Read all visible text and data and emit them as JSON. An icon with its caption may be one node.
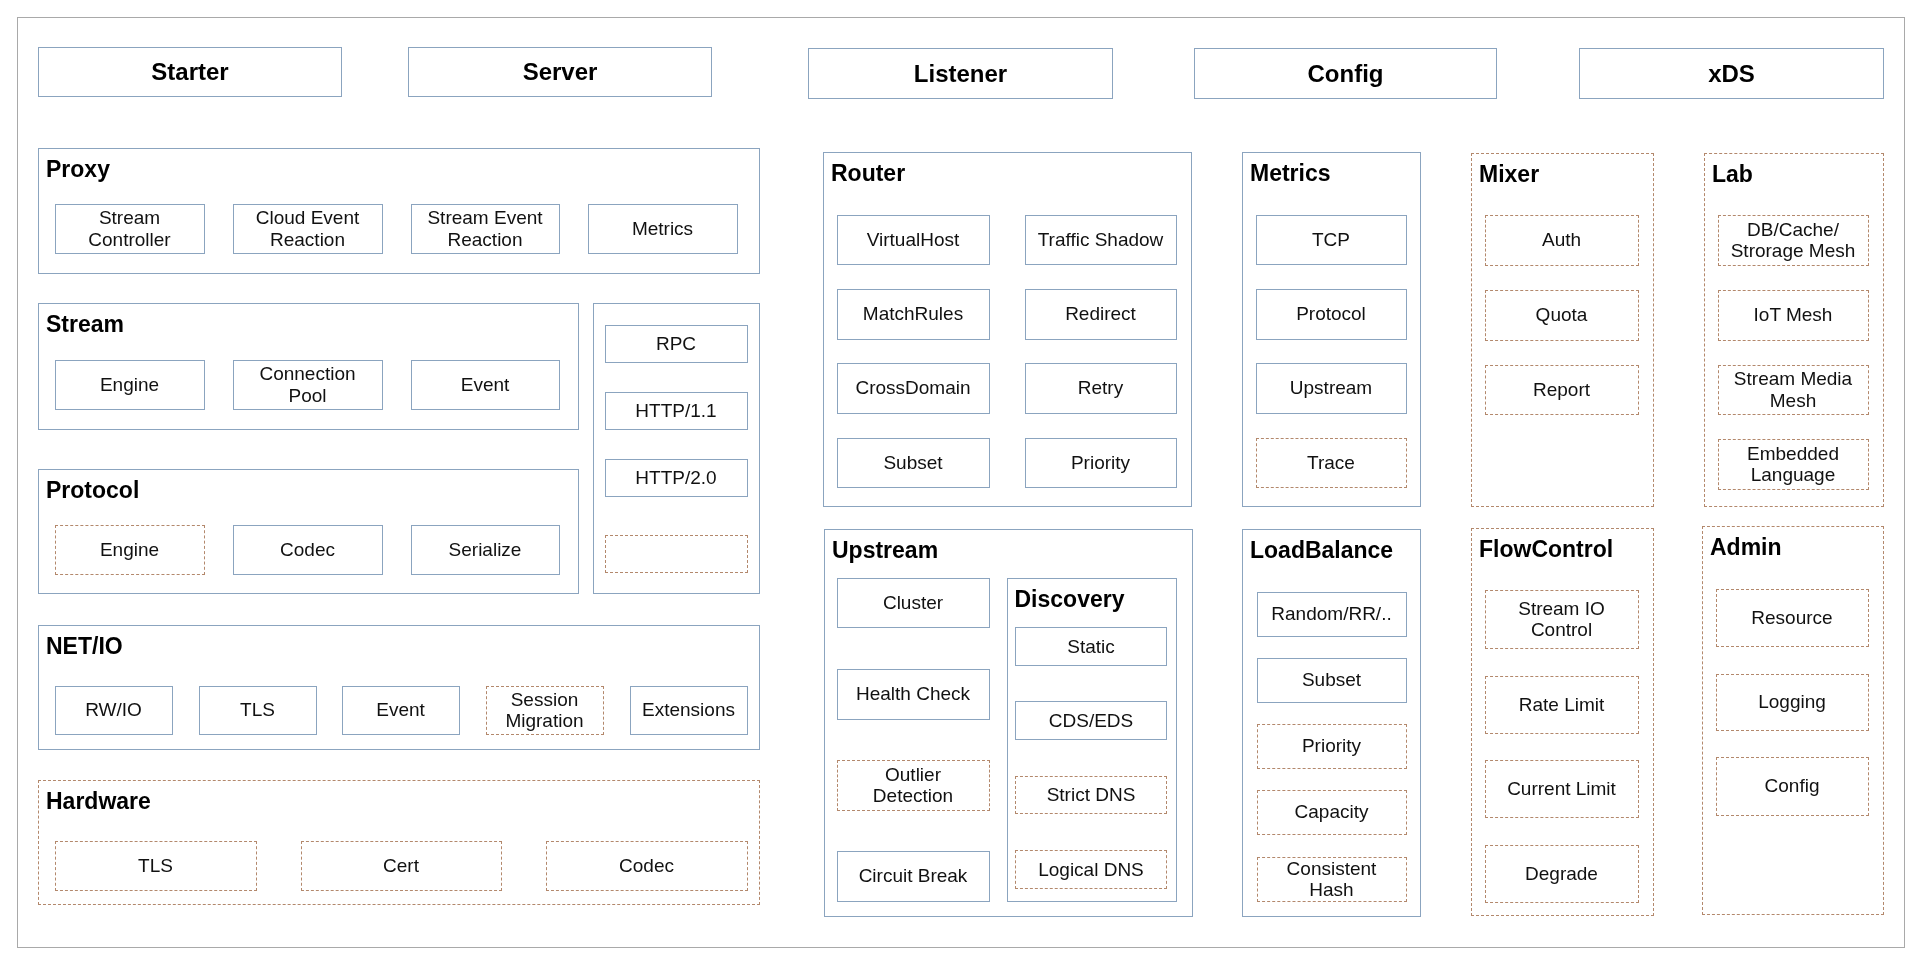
{
  "diagram": {
    "nodes": [
      {
        "text": [
          "Starter"
        ]
      },
      {
        "text": [
          "Server"
        ]
      },
      {
        "text": [
          "Listener"
        ]
      },
      {
        "text": [
          "Config"
        ]
      },
      {
        "text": [
          "xDS"
        ]
      },
      {
        "text": [
          "Proxy"
        ]
      },
      {
        "text": [
          "Stream Controller"
        ],
        "in": 5
      },
      {
        "text": [
          "Cloud Event Reaction"
        ],
        "in": 5
      },
      {
        "text": [
          "Stream Event Reaction"
        ],
        "in": 5
      },
      {
        "text": [
          "Metrics"
        ],
        "in": 5
      },
      {
        "text": [
          "Stream"
        ]
      },
      {
        "text": [
          "Engine"
        ],
        "in": 10
      },
      {
        "text": [
          "Connection Pool"
        ],
        "in": 10
      },
      {
        "text": [
          "Event"
        ],
        "in": 10
      },
      {
        "text": [],
        "shape": "box"
      },
      {
        "text": [
          "RPC"
        ],
        "in": 14
      },
      {
        "text": [
          "HTTP/1.1"
        ],
        "in": 14
      },
      {
        "text": [
          "HTTP/2.0"
        ],
        "in": 14
      },
      {
        "text": [],
        "shape": "box",
        "in": 14
      },
      {
        "text": [
          "Protocol"
        ]
      },
      {
        "text": [
          "Engine"
        ],
        "in": 19
      },
      {
        "text": [
          "Codec"
        ],
        "in": 19
      },
      {
        "text": [
          "Serialize"
        ],
        "in": 19
      },
      {
        "text": [
          "NET/IO"
        ]
      },
      {
        "text": [
          "RW/IO"
        ],
        "in": 23
      },
      {
        "text": [
          "TLS"
        ],
        "in": 23
      },
      {
        "text": [
          "Event"
        ],
        "in": 23
      },
      {
        "text": [
          "Session Migration"
        ],
        "in": 23
      },
      {
        "text": [
          "Extensions"
        ],
        "in": 23
      },
      {
        "text": [
          "Hardware"
        ]
      },
      {
        "text": [
          "TLS"
        ],
        "in": 29
      },
      {
        "text": [
          "Cert"
        ],
        "in": 29
      },
      {
        "text": [
          "Codec"
        ],
        "in": 29
      },
      {
        "text": [
          "Router"
        ]
      },
      {
        "text": [
          "VirtualHost"
        ],
        "in": 33
      },
      {
        "text": [
          "Traffic Shadow"
        ],
        "in": 33
      },
      {
        "text": [
          "MatchRules"
        ],
        "in": 33
      },
      {
        "text": [
          "Redirect"
        ],
        "in": 33
      },
      {
        "text": [
          "CrossDomain"
        ],
        "in": 33
      },
      {
        "text": [
          "Retry"
        ],
        "in": 33
      },
      {
        "text": [
          "Subset"
        ],
        "in": 33
      },
      {
        "text": [
          "Priority"
        ],
        "in": 33
      },
      {
        "text": [
          "Upstream"
        ]
      },
      {
        "text": [
          "Cluster"
        ],
        "in": 42
      },
      {
        "text": [
          "Health Check"
        ],
        "in": 42
      },
      {
        "text": [
          "Outlier Detection"
        ],
        "in": 42
      },
      {
        "text": [
          "Circuit Break"
        ],
        "in": 42
      },
      {
        "text": [
          "Discovery"
        ],
        "in": 42
      },
      {
        "text": [
          "Static"
        ],
        "in": 47
      },
      {
        "text": [
          "CDS/EDS"
        ],
        "in": 47
      },
      {
        "text": [
          "Strict DNS"
        ],
        "in": 47
      },
      {
        "text": [
          "Logical DNS"
        ],
        "in": 47
      },
      {
        "text": [
          "Metrics"
        ]
      },
      {
        "text": [
          "TCP"
        ],
        "in": 52
      },
      {
        "text": [
          "Protocol"
        ],
        "in": 52
      },
      {
        "text": [
          "Upstream"
        ],
        "in": 52
      },
      {
        "text": [
          "Trace"
        ],
        "in": 52
      },
      {
        "text": [
          "LoadBalance"
        ]
      },
      {
        "text": [
          "Random/RR/.."
        ],
        "in": 57
      },
      {
        "text": [
          "Subset"
        ],
        "in": 57
      },
      {
        "text": [
          "Priority"
        ],
        "in": 57
      },
      {
        "text": [
          "Capacity"
        ],
        "in": 57
      },
      {
        "text": [
          "Consistent Hash"
        ],
        "in": 57
      },
      {
        "text": [
          "Mixer"
        ]
      },
      {
        "text": [
          "Auth"
        ],
        "in": 63
      },
      {
        "text": [
          "Quota"
        ],
        "in": 63
      },
      {
        "text": [
          "Report"
        ],
        "in": 63
      },
      {
        "text": [
          "FlowControl"
        ]
      },
      {
        "text": [
          "Stream IO Control"
        ],
        "in": 67
      },
      {
        "text": [
          "Rate Limit"
        ],
        "in": 67
      },
      {
        "text": [
          "Current Limit"
        ],
        "in": 67
      },
      {
        "text": [
          "Degrade"
        ],
        "in": 67
      },
      {
        "text": [
          "Lab"
        ]
      },
      {
        "text": [
          "DB/Cache/ Strorage Mesh"
        ],
        "in": 72
      },
      {
        "text": [
          "IoT Mesh"
        ],
        "in": 72
      },
      {
        "text": [
          "Stream Media Mesh"
        ],
        "in": 72
      },
      {
        "text": [
          "Embedded Language"
        ],
        "in": 72
      },
      {
        "text": [
          "Admin"
        ]
      },
      {
        "text": [
          "Resource"
        ],
        "in": 77
      },
      {
        "text": [
          "Logging"
        ],
        "in": 77
      },
      {
        "text": [
          "Config"
        ],
        "in": 77
      }
    ]
  }
}
